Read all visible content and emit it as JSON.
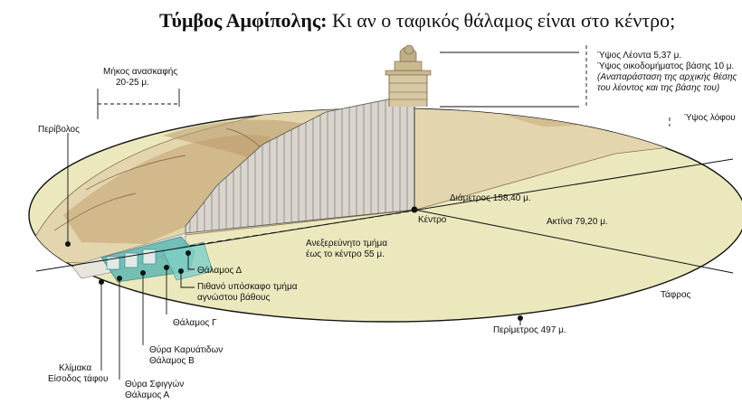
{
  "title": {
    "bold": "Τύμβος Αμφίπολης:",
    "rest": " Κι αν ο ταφικός θάλαμος είναι στο κέντρο;"
  },
  "labels": {
    "excavation_length": "Μήκος ανασκαφής",
    "excavation_length_value": "20-25 μ.",
    "enclosure": "Περίβολος",
    "lion_height": "Ύψος Λέοντα 5,37 μ.",
    "base_height": "Ύψος οικοδομήματος βάσης 10 μ.",
    "reconstruction_line1": "(Αναπαράσταση της αρχικής θέσης",
    "reconstruction_line2": "του λέοντος και της βάσης του)",
    "hill_height": "Ύψος λόφου",
    "diameter": "Διάμετρος 158,40 μ.",
    "center": "Κέντρο",
    "radius": "Ακτίνα 79,20 μ.",
    "unexplored_line1": "Ανεξερεύνητο τμήμα",
    "unexplored_line2": "έως το κέντρο 55 μ.",
    "chamber_d": "Θάλαμος Δ",
    "possible_line1": "Πιθανό υπόσκαφο τμήμα",
    "possible_line2": "αγνώστου βάθους",
    "moat": "Τάφρος",
    "chamber_g": "Θάλαμος Γ",
    "perimeter": "Περίμετρος 497 μ.",
    "caryatids_door": "Θύρα Καρυάτιδων",
    "chamber_b": "Θάλαμος Β",
    "staircase": "Κλίμακα",
    "tomb_entrance": "Είσοδος τάφου",
    "sphinx_door": "Θύρα Σφιγγών",
    "chamber_a": "Θάλαμος Α"
  },
  "colors": {
    "base_ellipse": "#ece8be",
    "hill_shade": "#e3d5ad",
    "hill_dark": "#b99a6c",
    "cut_face": "#d9d5cc",
    "chamber_teal": "#5fb8b2",
    "line": "#111111"
  }
}
